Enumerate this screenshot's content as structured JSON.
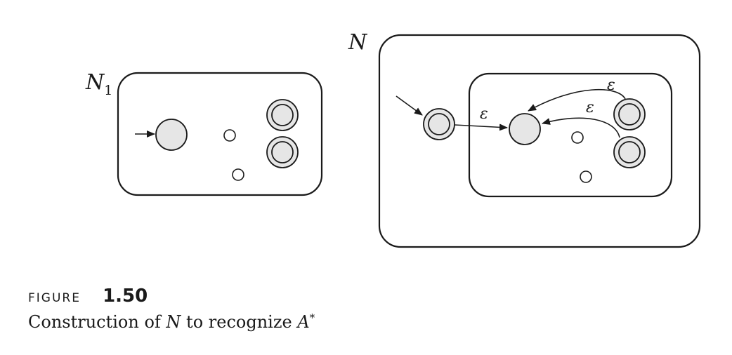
{
  "diagram": {
    "left_machine": {
      "name": "N",
      "subscript": "1"
    },
    "right_machine": {
      "name": "N"
    },
    "epsilon_labels": [
      "ε",
      "ε",
      "ε"
    ]
  },
  "caption": {
    "figure_word": "FIGURE",
    "figure_number": "1.50",
    "text_before": "Construction of ",
    "text_machine": "N",
    "text_middle": " to recognize ",
    "text_language": "A",
    "text_superscript": "*"
  }
}
